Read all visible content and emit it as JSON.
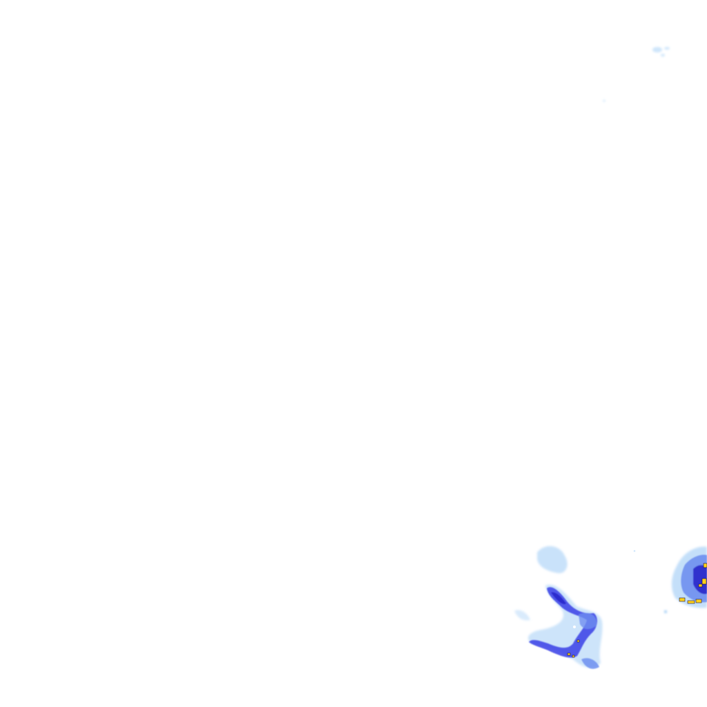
{
  "legend_colors": {
    "very_light": "#cfe6fb",
    "light": "#9ccaf5",
    "moderate": "#6f8ff0",
    "heavy": "#3a3ee6",
    "intense": "#2520c8",
    "extreme": "#ffd21a",
    "extreme_edge": "#1a1040"
  },
  "echoes": [
    {
      "id": "cell-north",
      "intensity": "very_light"
    },
    {
      "id": "cell-southwest",
      "intensity": "heavy"
    },
    {
      "id": "cell-southeast",
      "intensity": "intense"
    }
  ]
}
